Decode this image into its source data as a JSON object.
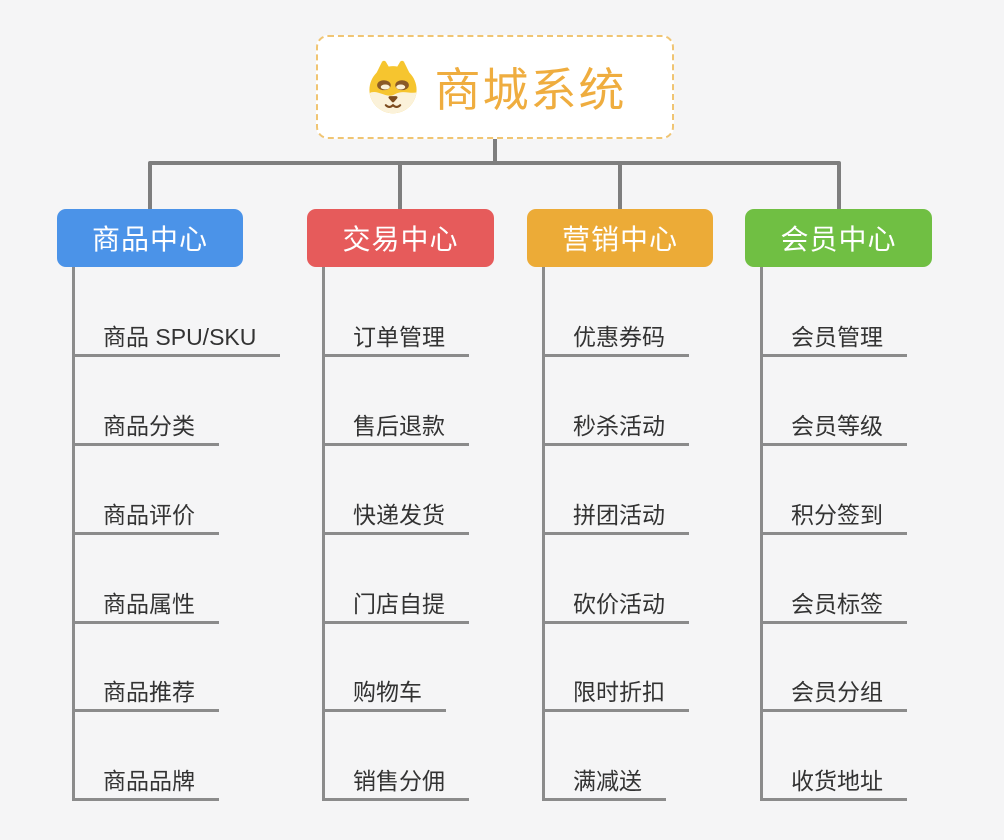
{
  "root": {
    "title": "商城系统",
    "icon": "shiba-dog-icon"
  },
  "branches": [
    {
      "label": "商品中心",
      "color": "#4B93E8",
      "children": [
        "商品 SPU/SKU",
        "商品分类",
        "商品评价",
        "商品属性",
        "商品推荐",
        "商品品牌"
      ]
    },
    {
      "label": "交易中心",
      "color": "#E65B5B",
      "children": [
        "订单管理",
        "售后退款",
        "快递发货",
        "门店自提",
        "购物车",
        "销售分佣"
      ]
    },
    {
      "label": "营销中心",
      "color": "#ECAB37",
      "children": [
        "优惠券码",
        "秒杀活动",
        "拼团活动",
        "砍价活动",
        "限时折扣",
        "满减送"
      ]
    },
    {
      "label": "会员中心",
      "color": "#70BF43",
      "children": [
        "会员管理",
        "会员等级",
        "积分签到",
        "会员标签",
        "会员分组",
        "收货地址"
      ]
    }
  ],
  "colors": {
    "background": "#F5F5F6",
    "connector": "#7E7E7E",
    "child_line": "#8B8B8B",
    "child_text": "#333333",
    "root_text": "#EFAD3F",
    "root_border": "#F0C573",
    "branch_product": "#4B93E8",
    "branch_trade": "#E65B5B",
    "branch_marketing": "#ECAB37",
    "branch_member": "#70BF43"
  }
}
